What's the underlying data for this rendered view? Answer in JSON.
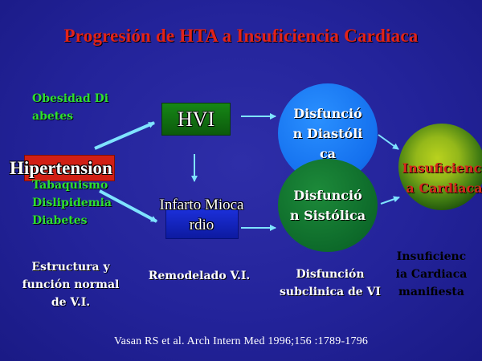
{
  "title": "Progresión de HTA a Insuficiencia Cardiaca",
  "risk_factors_top": "Obesidad Diabetes",
  "risk_factors_bottom": "Tabaquismo Dislipidemia Diabetes",
  "hypertension": "Hipertension",
  "normal_label": "Estructura y función normal de V.I.",
  "hvi": "HVI",
  "infarto": "Infarto Miocardio",
  "remodel_label": "Remodelado V.I.",
  "diastolic": "Disfunción Diastólica",
  "systolic": "Disfunción Sistólica",
  "subclinical_label": "Disfunción subclinica de VI",
  "heart_failure": "Insuficiencia Cardiaca",
  "heart_failure_manifest": "Insuficiencia Cardiaca manifiesta",
  "citation": "Vasan RS  et al. Arch Intern Med 1996;156 :1789-1796",
  "colors": {
    "background": "#23239a",
    "title": "#e2231a",
    "risk_text": "#2fe02f",
    "hypertension_box": "#d11f14",
    "hvi_box": "#168716",
    "infarto_box": "#1b2fd9",
    "diastolic_circle": "#1470ee",
    "systolic_circle": "#0d6a2a",
    "heart_failure_text": "#d8261c",
    "arrow": "#7fe3ff"
  }
}
